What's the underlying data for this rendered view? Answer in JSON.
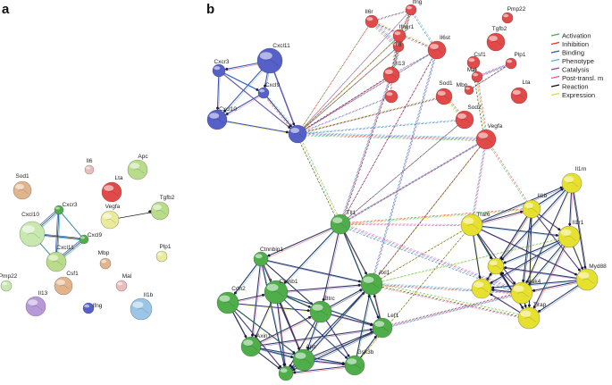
{
  "panels": {
    "a": "a",
    "b": "b"
  },
  "colors": {
    "green": "#4fae4a",
    "red": "#e24a4a",
    "yellow": "#e6e12e",
    "blue": "#5561c8",
    "tan": "#e1b48c",
    "lightgreen": "#b8dc8a",
    "pink": "#ebbcbc",
    "paleyellow": "#e9ea9a",
    "lightblue": "#9cc6e6",
    "purple": "#b799d9",
    "palegreen": "#c8e8b0"
  },
  "legend": [
    {
      "label": "Activation",
      "color": "#35b44a"
    },
    {
      "label": "Inhibition",
      "color": "#e8302b"
    },
    {
      "label": "Binding",
      "color": "#3a55b4"
    },
    {
      "label": "Phenotype",
      "color": "#49b8d2"
    },
    {
      "label": "Catalysis",
      "color": "#9b3da8"
    },
    {
      "label": "Post-transl. m",
      "color": "#e05a9c"
    },
    {
      "label": "Reaction",
      "color": "#111111"
    },
    {
      "label": "Expression",
      "color": "#e0dc2a"
    }
  ],
  "panel_a": {
    "nodes": [
      {
        "id": "Sod1",
        "label": "Sod1",
        "color": "tan"
      },
      {
        "id": "Il6",
        "label": "Il6",
        "color": "pink"
      },
      {
        "id": "Apc",
        "label": "Apc",
        "color": "lightgreen"
      },
      {
        "id": "Lta",
        "label": "Lta",
        "color": "red"
      },
      {
        "id": "Vegfa",
        "label": "Vegfa",
        "color": "paleyellow"
      },
      {
        "id": "Tgfb2",
        "label": "Tgfb2",
        "color": "lightgreen"
      },
      {
        "id": "Cxcr3",
        "label": "Cxcr3",
        "color": "green"
      },
      {
        "id": "Cxcl10",
        "label": "Cxcl10",
        "color": "palegreen"
      },
      {
        "id": "Cxcl9",
        "label": "Cxcl9",
        "color": "green"
      },
      {
        "id": "Cxcl11",
        "label": "Cxcl11",
        "color": "lightgreen"
      },
      {
        "id": "Plp1",
        "label": "Plp1",
        "color": "paleyellow"
      },
      {
        "id": "Mbp",
        "label": "Mbp",
        "color": "tan"
      },
      {
        "id": "Mal",
        "label": "Mal",
        "color": "pink"
      },
      {
        "id": "Csf1",
        "label": "Csf1",
        "color": "tan"
      },
      {
        "id": "Pmp22",
        "label": "Pmp22",
        "color": "palegreen"
      },
      {
        "id": "Il13",
        "label": "Il13",
        "color": "purple"
      },
      {
        "id": "Ifng",
        "label": "Ifng",
        "color": "blue"
      },
      {
        "id": "Il1b",
        "label": "Il1b",
        "color": "lightblue"
      }
    ],
    "edges": [
      [
        "Cxcr3",
        "Cxcl10"
      ],
      [
        "Cxcr3",
        "Cxcl9"
      ],
      [
        "Cxcr3",
        "Cxcl11"
      ],
      [
        "Cxcl10",
        "Cxcl9"
      ],
      [
        "Cxcl10",
        "Cxcl11"
      ],
      [
        "Cxcl9",
        "Cxcl11"
      ],
      [
        "Vegfa",
        "Tgfb2"
      ]
    ]
  },
  "panel_b": {
    "nodes": [
      {
        "id": "Cxcl11",
        "label": "Cxcl11",
        "color": "blue"
      },
      {
        "id": "Cxcr3",
        "label": "Cxcr3",
        "color": "blue"
      },
      {
        "id": "Cxcl9",
        "label": "Cxcl9",
        "color": "blue"
      },
      {
        "id": "Cxcl10",
        "label": "Cxcl10",
        "color": "blue"
      },
      {
        "id": "BlueHub",
        "label": "",
        "color": "blue"
      },
      {
        "id": "Il6r",
        "label": "Il6r",
        "color": "red"
      },
      {
        "id": "Ifng",
        "label": "Ifng",
        "color": "red"
      },
      {
        "id": "Ifngr1",
        "label": "Ifngr1",
        "color": "red"
      },
      {
        "id": "Il6st",
        "label": "Il6st",
        "color": "red"
      },
      {
        "id": "Il13",
        "label": "Il13",
        "color": "red"
      },
      {
        "id": "Il6",
        "label": "Il6",
        "color": "red"
      },
      {
        "id": "R7",
        "label": "",
        "color": "red"
      },
      {
        "id": "Pmp22",
        "label": "Pmp22",
        "color": "red"
      },
      {
        "id": "Tgfb2",
        "label": "Tgfb2",
        "color": "red"
      },
      {
        "id": "Csf1",
        "label": "Csf1",
        "color": "red"
      },
      {
        "id": "Mal",
        "label": "Mal",
        "color": "red"
      },
      {
        "id": "Plp1",
        "label": "Plp1",
        "color": "red"
      },
      {
        "id": "Mbp",
        "label": "Mbp",
        "color": "red"
      },
      {
        "id": "Lta",
        "label": "Lta",
        "color": "red"
      },
      {
        "id": "Sod1",
        "label": "Sod1",
        "color": "red"
      },
      {
        "id": "Sod2",
        "label": "Sod2",
        "color": "red"
      },
      {
        "id": "Vegfa",
        "label": "Vegfa",
        "color": "red"
      },
      {
        "id": "Tll1",
        "label": "Tll1",
        "color": "green"
      },
      {
        "id": "Ctnnbip1",
        "label": "Ctnnbip1",
        "color": "green"
      },
      {
        "id": "Cdh2",
        "label": "Cdh2",
        "color": "green"
      },
      {
        "id": "Ctnnb1",
        "label": "Ctnnb1",
        "color": "green"
      },
      {
        "id": "Axin1",
        "label": "Axin1",
        "color": "green"
      },
      {
        "id": "Btrc",
        "label": "Btrc",
        "color": "green"
      },
      {
        "id": "Apc",
        "label": "Apc",
        "color": "green"
      },
      {
        "id": "Gsk3b",
        "label": "Gsk3b",
        "color": "green"
      },
      {
        "id": "Lef1",
        "label": "Lef1",
        "color": "green"
      },
      {
        "id": "Axl1",
        "label": "Axl1",
        "color": "green"
      },
      {
        "id": "G10",
        "label": "",
        "color": "green"
      },
      {
        "id": "Traf6",
        "label": "Traf6",
        "color": "yellow"
      },
      {
        "id": "Il1b",
        "label": "Il1b",
        "color": "yellow"
      },
      {
        "id": "Il1rn",
        "label": "Il1rn",
        "color": "yellow"
      },
      {
        "id": "Il1r1",
        "label": "Il1r1",
        "color": "yellow"
      },
      {
        "id": "Myd88",
        "label": "Myd88",
        "color": "yellow"
      },
      {
        "id": "Irak4",
        "label": "Irak4",
        "color": "yellow"
      },
      {
        "id": "Tirap",
        "label": "Tirap",
        "color": "yellow"
      },
      {
        "id": "Y8",
        "label": "",
        "color": "yellow"
      },
      {
        "id": "Y9",
        "label": "",
        "color": "yellow"
      }
    ],
    "clique_edges": [
      {
        "group": [
          "Cxcl11",
          "Cxcr3",
          "Cxcl9",
          "Cxcl10",
          "BlueHub"
        ],
        "color": "#3a55b4"
      },
      {
        "group": [
          "Tll1",
          "Ctnnbip1",
          "Cdh2",
          "Ctnnb1",
          "Axin1",
          "Btrc",
          "Apc",
          "Gsk3b",
          "Lef1",
          "Axl1",
          "G10"
        ],
        "color": "#2b3a6a"
      },
      {
        "group": [
          "Traf6",
          "Il1b",
          "Il1rn",
          "Il1r1",
          "Myd88",
          "Irak4",
          "Tirap",
          "Y8",
          "Y9"
        ],
        "color": "#2b3a6a"
      }
    ],
    "dashed_edges": [
      [
        "BlueHub",
        "Il6r"
      ],
      [
        "BlueHub",
        "Ifng"
      ],
      [
        "BlueHub",
        "Ifngr1"
      ],
      [
        "BlueHub",
        "Il6st"
      ],
      [
        "BlueHub",
        "Il13"
      ],
      [
        "BlueHub",
        "Il6"
      ],
      [
        "BlueHub",
        "Sod2"
      ],
      [
        "BlueHub",
        "Sod1"
      ],
      [
        "BlueHub",
        "Vegfa"
      ],
      [
        "BlueHub",
        "R7"
      ],
      [
        "BlueHub",
        "Tll1"
      ],
      [
        "Tll1",
        "Vegfa"
      ],
      [
        "Tll1",
        "Traf6"
      ],
      [
        "Tll1",
        "Il1b"
      ],
      [
        "Tll1",
        "Irak4"
      ],
      [
        "Tll1",
        "Il6st"
      ],
      [
        "Tll1",
        "Sod2"
      ],
      [
        "Tll1",
        "Il13"
      ],
      [
        "Axl1",
        "Traf6"
      ],
      [
        "Axl1",
        "Irak4"
      ],
      [
        "Axl1",
        "Vegfa"
      ],
      [
        "Axl1",
        "Il1r1"
      ],
      [
        "Axl1",
        "Il6st"
      ],
      [
        "Axl1",
        "Tirap"
      ],
      [
        "Vegfa",
        "Il1b"
      ],
      [
        "Vegfa",
        "Traf6"
      ],
      [
        "Vegfa",
        "Csf1"
      ],
      [
        "Ifng",
        "Il6r"
      ],
      [
        "Ifng",
        "Ifngr1"
      ],
      [
        "Ifng",
        "Il13"
      ],
      [
        "Ifng",
        "Il6st"
      ],
      [
        "Il6r",
        "Il6st"
      ],
      [
        "Il6r",
        "Il6"
      ],
      [
        "Il6st",
        "Il13"
      ],
      [
        "Il6",
        "Il13"
      ],
      [
        "Ifngr1",
        "Il13"
      ],
      [
        "R7",
        "Il13"
      ],
      [
        "Sod1",
        "Sod2"
      ],
      [
        "Mal",
        "Plp1"
      ],
      [
        "Mbp",
        "Plp1"
      ],
      [
        "Csf1",
        "Mal"
      ],
      [
        "Lef1",
        "Irak4"
      ],
      [
        "Gsk3b",
        "Traf6"
      ],
      [
        "Cxcl9",
        "BlueHub"
      ]
    ]
  }
}
